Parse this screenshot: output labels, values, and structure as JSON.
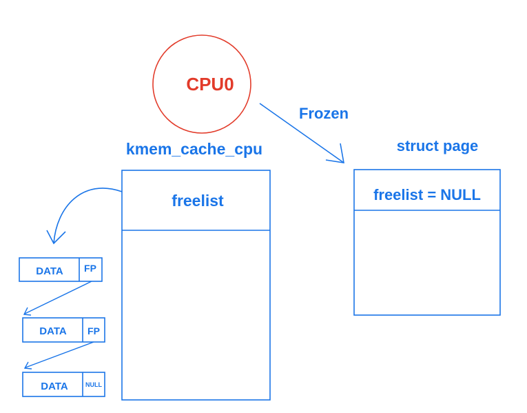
{
  "cpu": {
    "label": "CPU0"
  },
  "arrow": {
    "label": "Frozen"
  },
  "kmem_cache_cpu": {
    "title": "kmem_cache_cpu",
    "field": "freelist"
  },
  "struct_page": {
    "title": "struct page",
    "field": "freelist = NULL"
  },
  "objects": [
    {
      "data": "DATA",
      "pointer": "FP"
    },
    {
      "data": "DATA",
      "pointer": "FP"
    },
    {
      "data": "DATA",
      "pointer": "NULL"
    }
  ],
  "colors": {
    "line": "#1a75e8",
    "cpu": "#e23b2a"
  }
}
